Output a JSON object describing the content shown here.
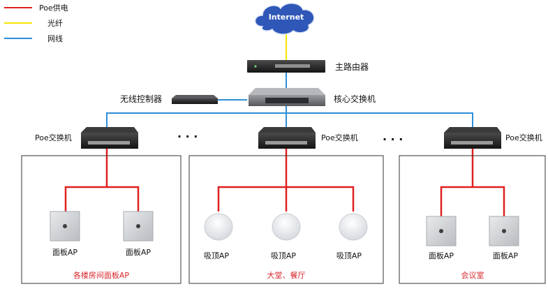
{
  "legend": {
    "items": [
      {
        "label": "Poe供电",
        "color": "#e02020"
      },
      {
        "label": "光纤",
        "color": "#f2e600"
      },
      {
        "label": "网线",
        "color": "#2b8fd8"
      }
    ]
  },
  "colors": {
    "poe": "#e02020",
    "fiber": "#f2e600",
    "ethernet": "#2b8fd8",
    "zone_title": "#d8262c",
    "cloud": "#2f57b8"
  },
  "nodes": {
    "internet": "Internet",
    "main_router": "主路由器",
    "core_switch": "核心交换机",
    "wireless_controller": "无线控制器"
  },
  "poe_switch_label": "Poe交换机",
  "ellipsis": "· · ·",
  "zones": [
    {
      "title": "各楼房间面板AP",
      "aps": [
        "面板AP",
        "面板AP"
      ],
      "ap_type": "panel"
    },
    {
      "title": "大堂、餐厅",
      "aps": [
        "吸顶AP",
        "吸顶AP",
        "吸顶AP"
      ],
      "ap_type": "ceiling"
    },
    {
      "title": "会议室",
      "aps": [
        "面板AP",
        "面板AP"
      ],
      "ap_type": "panel"
    }
  ]
}
